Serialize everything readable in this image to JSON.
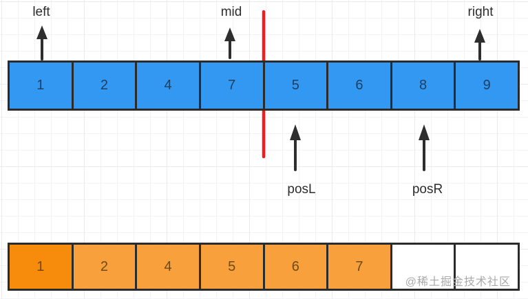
{
  "pointers": {
    "left": "left",
    "mid": "mid",
    "right": "right",
    "posL": "posL",
    "posR": "posR"
  },
  "top_array": {
    "values": [
      "1",
      "2",
      "4",
      "7",
      "5",
      "6",
      "8",
      "9"
    ]
  },
  "bottom_array": {
    "values": [
      "1",
      "2",
      "4",
      "5",
      "6",
      "7",
      "",
      ""
    ],
    "cell_colors": [
      "#f68b0c",
      "#f7a03c",
      "#f7a03c",
      "#f7a03c",
      "#f7a03c",
      "#f7a03c",
      "#ffffff",
      "#ffffff"
    ]
  },
  "watermark": "@稀土掘金技术社区",
  "colors": {
    "blue_cell": "#3398f2",
    "blue_text": "#1d3f63",
    "orange_text": "#6f4a12",
    "border": "#2b2b2b",
    "arrow": "#2e2e2e",
    "divider": "#ee1d20",
    "label_text": "#2d2d2d",
    "watermark_text": "#a9a9a9",
    "grid_minor": "#f3f3f6",
    "grid_major": "#e9e9ee"
  }
}
